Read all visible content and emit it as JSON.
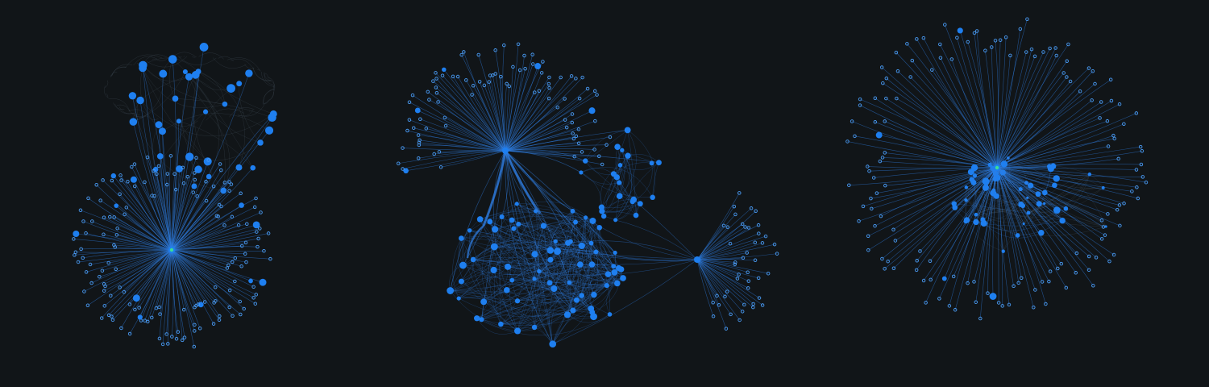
{
  "colors": {
    "background": "#111518",
    "edge": "#2f7fe6",
    "edge_faint": "#3a4550",
    "node": "#1e7ff0",
    "node_outline": "#4a9cf5",
    "hub_center": "#3ddc97"
  },
  "graphs": [
    {
      "id": "graph-left",
      "layout": "hub-with-upper-cluster",
      "hub_highlight": true
    },
    {
      "id": "graph-middle",
      "layout": "multi-hub-dense-cluster",
      "hub_highlight": false
    },
    {
      "id": "graph-right",
      "layout": "radial-hub-inner-cluster",
      "hub_highlight": true
    }
  ]
}
